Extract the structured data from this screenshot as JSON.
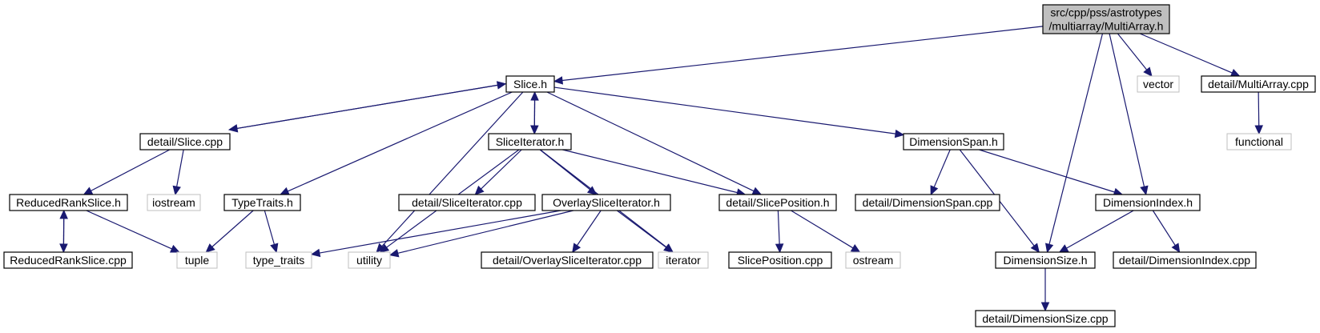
{
  "graph": {
    "nodes": {
      "multiarray_h": {
        "lines": [
          "src/cpp/pss/astrotypes",
          "/multiarray/MultiArray.h"
        ]
      },
      "slice_h": {
        "lines": [
          "Slice.h"
        ]
      },
      "vector": {
        "lines": [
          "vector"
        ]
      },
      "detail_multiarray_cpp": {
        "lines": [
          "detail/MultiArray.cpp"
        ]
      },
      "functional": {
        "lines": [
          "functional"
        ]
      },
      "detail_slice_cpp": {
        "lines": [
          "detail/Slice.cpp"
        ]
      },
      "sliceiterator_h": {
        "lines": [
          "SliceIterator.h"
        ]
      },
      "dimensionspan_h": {
        "lines": [
          "DimensionSpan.h"
        ]
      },
      "reducedrankslice_h": {
        "lines": [
          "ReducedRankSlice.h"
        ]
      },
      "iostream": {
        "lines": [
          "iostream"
        ]
      },
      "typetraits_h": {
        "lines": [
          "TypeTraits.h"
        ]
      },
      "detail_sliceiterator_cpp": {
        "lines": [
          "detail/SliceIterator.cpp"
        ]
      },
      "overlaysliceiterator_h": {
        "lines": [
          "OverlaySliceIterator.h"
        ]
      },
      "detail_sliceposition_h": {
        "lines": [
          "detail/SlicePosition.h"
        ]
      },
      "detail_dimensionspan_cpp": {
        "lines": [
          "detail/DimensionSpan.cpp"
        ]
      },
      "dimensionindex_h": {
        "lines": [
          "DimensionIndex.h"
        ]
      },
      "reducedrankslice_cpp": {
        "lines": [
          "ReducedRankSlice.cpp"
        ]
      },
      "tuple": {
        "lines": [
          "tuple"
        ]
      },
      "type_traits": {
        "lines": [
          "type_traits"
        ]
      },
      "utility": {
        "lines": [
          "utility"
        ]
      },
      "detail_overlaysliceiterator_cpp": {
        "lines": [
          "detail/OverlaySliceIterator.cpp"
        ]
      },
      "iterator": {
        "lines": [
          "iterator"
        ]
      },
      "sliceposition_cpp": {
        "lines": [
          "SlicePosition.cpp"
        ]
      },
      "ostream": {
        "lines": [
          "ostream"
        ]
      },
      "dimensionsize_h": {
        "lines": [
          "DimensionSize.h"
        ]
      },
      "detail_dimensionindex_cpp": {
        "lines": [
          "detail/DimensionIndex.cpp"
        ]
      },
      "detail_dimensionsize_cpp": {
        "lines": [
          "detail/DimensionSize.cpp"
        ]
      }
    },
    "edges": [
      [
        "multiarray_h",
        "slice_h"
      ],
      [
        "multiarray_h",
        "vector"
      ],
      [
        "multiarray_h",
        "detail_multiarray_cpp"
      ],
      [
        "multiarray_h",
        "dimensionsize_h"
      ],
      [
        "multiarray_h",
        "dimensionindex_h"
      ],
      [
        "detail_multiarray_cpp",
        "functional"
      ],
      [
        "slice_h",
        "detail_slice_cpp"
      ],
      [
        "detail_slice_cpp",
        "slice_h"
      ],
      [
        "slice_h",
        "sliceiterator_h"
      ],
      [
        "sliceiterator_h",
        "slice_h"
      ],
      [
        "slice_h",
        "dimensionspan_h"
      ],
      [
        "slice_h",
        "typetraits_h"
      ],
      [
        "slice_h",
        "utility"
      ],
      [
        "slice_h",
        "detail_sliceposition_h"
      ],
      [
        "detail_slice_cpp",
        "reducedrankslice_h"
      ],
      [
        "detail_slice_cpp",
        "iostream"
      ],
      [
        "reducedrankslice_h",
        "reducedrankslice_cpp"
      ],
      [
        "reducedrankslice_cpp",
        "reducedrankslice_h"
      ],
      [
        "reducedrankslice_h",
        "tuple"
      ],
      [
        "typetraits_h",
        "tuple"
      ],
      [
        "typetraits_h",
        "type_traits"
      ],
      [
        "sliceiterator_h",
        "detail_sliceiterator_cpp"
      ],
      [
        "sliceiterator_h",
        "overlaysliceiterator_h"
      ],
      [
        "sliceiterator_h",
        "utility"
      ],
      [
        "sliceiterator_h",
        "iterator"
      ],
      [
        "sliceiterator_h",
        "detail_sliceposition_h"
      ],
      [
        "overlaysliceiterator_h",
        "type_traits"
      ],
      [
        "overlaysliceiterator_h",
        "utility"
      ],
      [
        "overlaysliceiterator_h",
        "detail_overlaysliceiterator_cpp"
      ],
      [
        "overlaysliceiterator_h",
        "iterator"
      ],
      [
        "detail_sliceposition_h",
        "sliceposition_cpp"
      ],
      [
        "detail_sliceposition_h",
        "ostream"
      ],
      [
        "dimensionspan_h",
        "detail_dimensionspan_cpp"
      ],
      [
        "dimensionspan_h",
        "dimensionindex_h"
      ],
      [
        "dimensionspan_h",
        "dimensionsize_h"
      ],
      [
        "dimensionindex_h",
        "dimensionsize_h"
      ],
      [
        "dimensionindex_h",
        "detail_dimensionindex_cpp"
      ],
      [
        "dimensionsize_h",
        "detail_dimensionsize_cpp"
      ]
    ]
  }
}
